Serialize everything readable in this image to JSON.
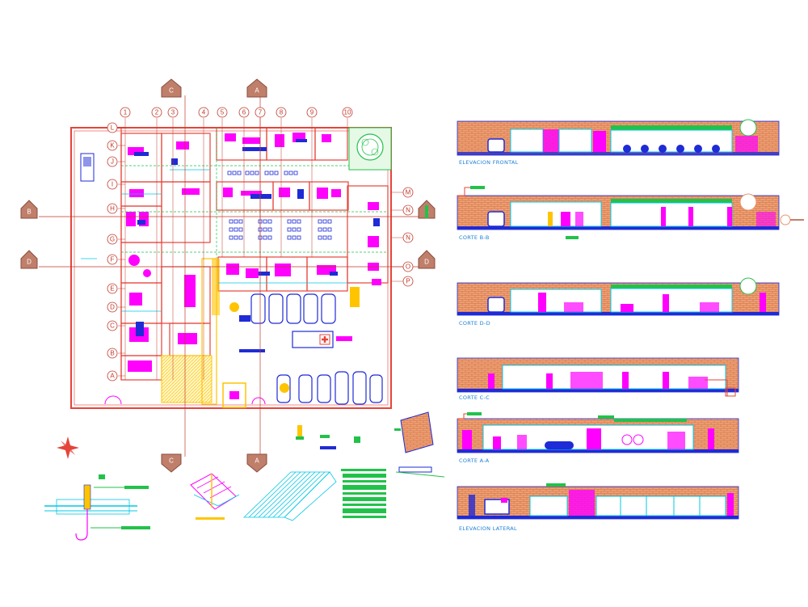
{
  "plan": {
    "column_axes": [
      "1",
      "2",
      "3",
      "4",
      "5",
      "6",
      "7",
      "8",
      "9",
      "10"
    ],
    "row_axes_left": [
      "L",
      "K",
      "J",
      "I",
      "H",
      "G",
      "F",
      "E",
      "D",
      "C",
      "B",
      "A"
    ],
    "row_axes_right": [
      "M",
      "N",
      "N",
      "O",
      "P"
    ],
    "section_markers": {
      "top": [
        "C",
        "A"
      ],
      "bottom": [
        "C",
        "A"
      ],
      "left": [
        "B",
        "D"
      ],
      "right": [
        "B",
        "D"
      ]
    }
  },
  "drawings": [
    {
      "id": "elevacion-frontal",
      "label": "ELEVACION FRONTAL"
    },
    {
      "id": "corte-b-b",
      "label": "CORTE B-B"
    },
    {
      "id": "corte-d-d",
      "label": "CORTE D-D"
    },
    {
      "id": "corte-c-c",
      "label": "CORTE C-C"
    },
    {
      "id": "corte-a-a",
      "label": "CORTE A-A"
    },
    {
      "id": "elevacion-lateral",
      "label": "ELEVACION LATERAL"
    }
  ],
  "colors": {
    "wall": "#e5443a",
    "furniture": "#ff00ff",
    "blue": "#1f2bd6",
    "cyan": "#00c8e6",
    "green": "#22c24a",
    "yellow": "#ffc400",
    "brick": "#e8956a",
    "red_line": "#c0392b"
  }
}
